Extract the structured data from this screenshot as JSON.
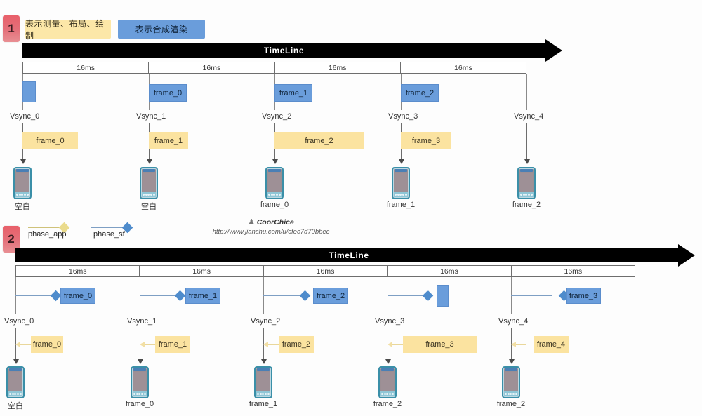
{
  "meta": {
    "colors": {
      "measure_layout_draw": "#fbe3a0",
      "composite_render": "#6a9ddb",
      "badge": "#e4707a",
      "timeline_bar": "#000000",
      "phone_outline": "#3a8fa8"
    }
  },
  "key_legend": {
    "yellow_chip": "表示测量、布局、绘制",
    "blue_chip": "表示合成渲染"
  },
  "sections": [
    {
      "badge": "1",
      "timeline_label": "TimeLine",
      "ruler_cells": [
        "16ms",
        "16ms",
        "16ms",
        "16ms"
      ],
      "vsyncs": [
        "Vsync_0",
        "Vsync_1",
        "Vsync_2",
        "Vsync_3",
        "Vsync_4"
      ],
      "render_boxes": [
        "",
        "frame_0",
        "frame_1",
        "frame_2"
      ],
      "draw_boxes": [
        "frame_0",
        "frame_1",
        "frame_2",
        "frame_3"
      ],
      "phone_labels": [
        "空白",
        "空白",
        "frame_0",
        "frame_1",
        "frame_2"
      ]
    },
    {
      "badge": "2",
      "timeline_label": "TimeLine",
      "ruler_cells": [
        "16ms",
        "16ms",
        "16ms",
        "16ms",
        "16ms"
      ],
      "vsyncs": [
        "Vsync_0",
        "Vsync_1",
        "Vsync_2",
        "Vsync_3",
        "Vsync_4"
      ],
      "render_boxes": [
        "frame_0",
        "frame_1",
        "frame_2",
        "",
        "frame_3"
      ],
      "draw_boxes": [
        "frame_0",
        "frame_1",
        "frame_2",
        "frame_3",
        "frame_4"
      ],
      "phone_labels": [
        "空白",
        "frame_0",
        "frame_1",
        "frame_2",
        "frame_2"
      ]
    }
  ],
  "phase_legend": {
    "app": "phase_app",
    "sf": "phase_sf"
  },
  "credit": {
    "author": "CoorChice",
    "url": "http://www.jianshu.com/u/cfec7d70bbec"
  }
}
